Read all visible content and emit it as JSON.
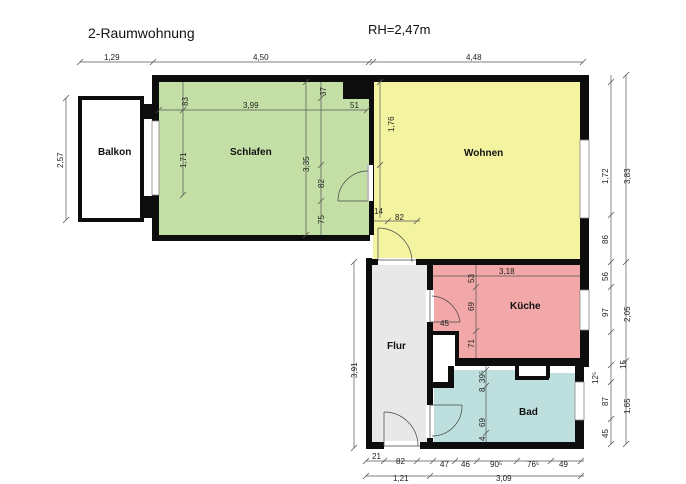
{
  "title": "2-Raumwohnung",
  "room_height": "RH=2,47m",
  "rooms": {
    "balkon": "Balkon",
    "schlafen": "Schlafen",
    "wohnen": "Wohnen",
    "kueche": "Küche",
    "flur": "Flur",
    "bad": "Bad"
  },
  "dims": {
    "top_1": "1,29",
    "top_2": "4,50",
    "top_3": "4,48",
    "left_balkon": "2,57",
    "left_flur": "3,91",
    "right_total": "3,83",
    "right_wohnen": "1,72",
    "right_86": "86",
    "right_56": "56",
    "right_97": "97",
    "right_205": "2,05",
    "right_15": "15",
    "right_125": "12⁵",
    "right_87": "87",
    "right_165": "1,65",
    "right_45": "45",
    "schlafen_width": "3,99",
    "schlafen_83": "83",
    "schlafen_171": "1,71",
    "schlafen_335": "3,35",
    "schlafen_37": "37",
    "schlafen_51": "51",
    "schlafen_82": "82",
    "schlafen_75": "75",
    "wohnen_176": "1,76",
    "wohnen_14": "14",
    "wohnen_82": "82",
    "kueche_width": "3,18",
    "kueche_53": "53",
    "kueche_69": "69",
    "kueche_45": "45",
    "kueche_71": "71",
    "bad_8": "8",
    "bad_395": "39⁵",
    "bad_69": "69",
    "bad_4": "4",
    "bottom_21": "21",
    "bottom_82": "82",
    "bottom_47": "47",
    "bottom_46": "46",
    "bottom_905": "90⁵",
    "bottom_765": "76⁵",
    "bottom_49": "49",
    "bottom_121": "1,21",
    "bottom_309": "3,09"
  },
  "colors": {
    "schlafen": "#c3dfa6",
    "wohnen": "#f4f4a0",
    "kueche": "#f2a8a8",
    "bad": "#bde0df",
    "flur": "#e8e8e8",
    "wall": "#0d0d0d"
  }
}
